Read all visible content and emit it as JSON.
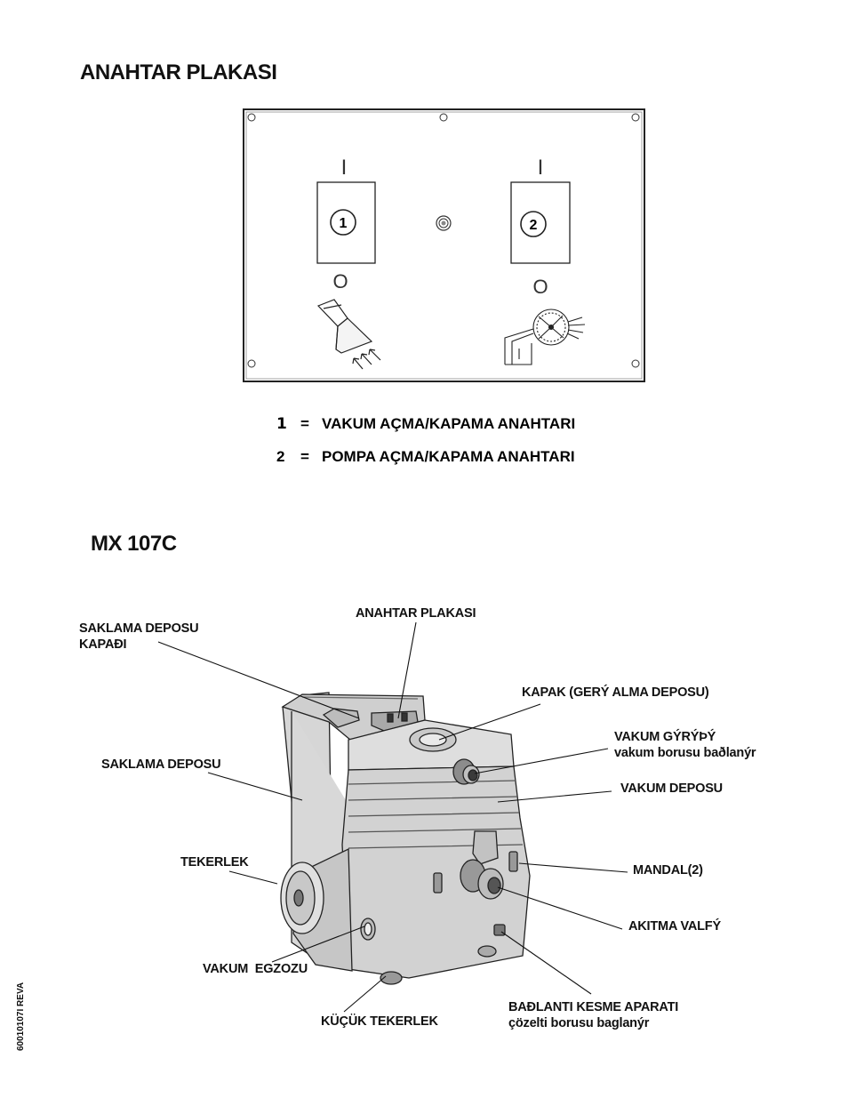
{
  "switch_plate": {
    "heading": "ANAHTAR PLAKASI",
    "switch1": {
      "number": "1",
      "on_symbol": "I",
      "off_symbol": "O"
    },
    "switch2": {
      "number": "2",
      "on_symbol": "I",
      "off_symbol": "O"
    },
    "legend": [
      {
        "num": "1",
        "eq": "=",
        "text": "VAKUM AÇMA/KAPAMA ANAHTARI"
      },
      {
        "num": "2",
        "eq": "=",
        "text": "POMPA AÇMA/KAPAMA ANAHTARI"
      }
    ]
  },
  "machine": {
    "heading": "MX 107C",
    "labels": {
      "storage_lid_1": "SAKLAMA DEPOSU",
      "storage_lid_2": "KAPAÐI",
      "switch_plate": "ANAHTAR PLAKASI",
      "lid": "KAPAK (GERÝ ALMA DEPOSU)",
      "vac_inlet_1": "VAKUM GÝRÝÞÝ",
      "vac_inlet_2": "vakum borusu baðlanýr",
      "storage_tank": "SAKLAMA DEPOSU",
      "vac_tank": "VAKUM DEPOSU",
      "wheel": "TEKERLEK",
      "latch": "MANDAL(2)",
      "drain_valve": "AKITMA VALFÝ",
      "vac_exhaust": "VAKUM  EGZOZU",
      "quick_disconnect_1": "BAÐLANTI KESME APARATI",
      "quick_disconnect_2": "çözelti borusu baglanýr",
      "caster": "KÜÇÜK TEKERLEK"
    }
  },
  "doc_id": "60010107I REVA"
}
